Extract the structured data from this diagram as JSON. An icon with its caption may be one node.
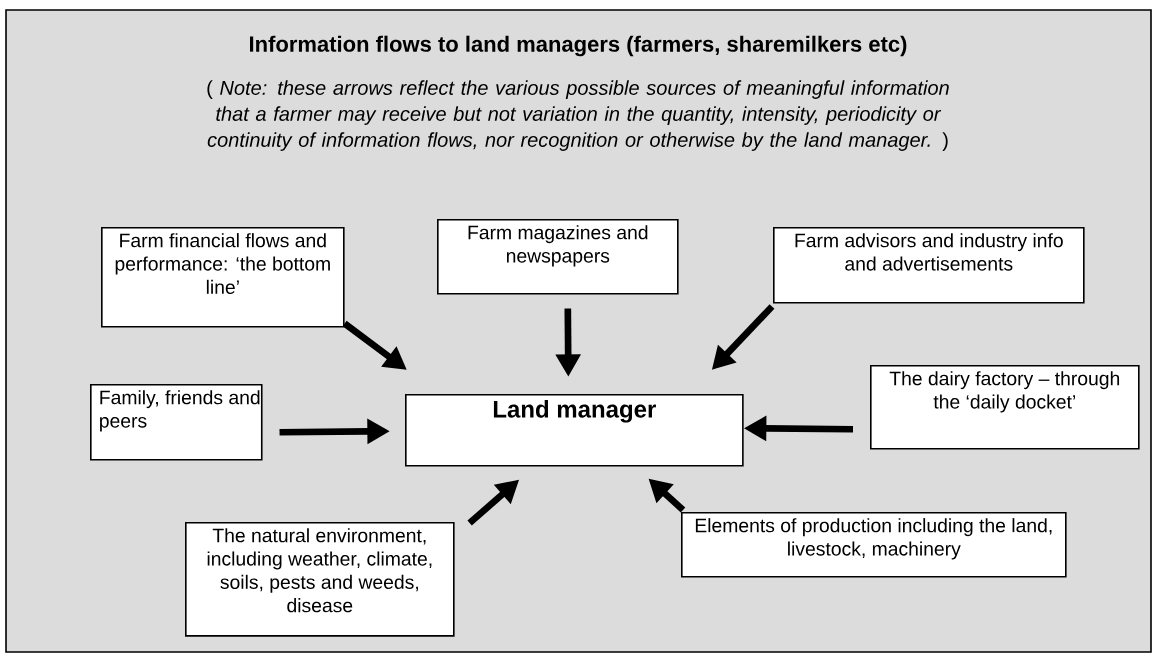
{
  "diagram": {
    "title": "Information flows to land managers (farmers, sharemilkers etc)",
    "nodes": [
      {
        "text": [
          "Farm financial  flows and performance: ‘the bottom line’"
        ]
      },
      {
        "text": [
          "Farm magazines and newspapers"
        ]
      },
      {
        "text": [
          "Farm advisors and industry info and advertisements"
        ]
      },
      {
        "text": [
          "Family, friends and peers"
        ]
      },
      {
        "text": [
          "Land manager"
        ]
      },
      {
        "text": [
          "The dairy factory – through the ‘daily docket’"
        ]
      },
      {
        "text": [
          "The natural environment, including weather, climate, soils, pests and weeds, disease"
        ]
      },
      {
        "text": [
          "Elements of production including the land, livestock, machinery"
        ]
      }
    ],
    "edges": [
      {
        "from": 0,
        "to": 4,
        "arrow": "to"
      },
      {
        "from": 1,
        "to": 4,
        "arrow": "to"
      },
      {
        "from": 2,
        "to": 4,
        "arrow": "to"
      },
      {
        "from": 3,
        "to": 4,
        "arrow": "to"
      },
      {
        "from": 5,
        "to": 4,
        "arrow": "to"
      },
      {
        "from": 6,
        "to": 4,
        "arrow": "to"
      },
      {
        "from": 7,
        "to": 4,
        "arrow": "to"
      }
    ],
    "labels": [
      "( *Note: these arrows reflect the various possible sources of meaningful information that a farmer may receive but not variation in the quantity, intensity, periodicity or continuity of information flows, nor recognition or otherwise by  the land manager.* )"
    ]
  }
}
